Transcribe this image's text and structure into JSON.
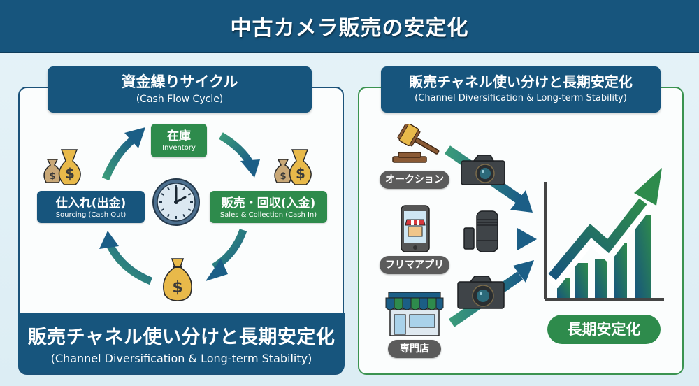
{
  "header": {
    "title": "中古カメラ販売の安定化"
  },
  "cash_flow": {
    "title_jp": "資金繰りサイクル",
    "title_en": "(Cash Flow Cycle)",
    "nodes": [
      {
        "id": "inventory",
        "jp": "在庫",
        "en": "Inventory"
      },
      {
        "id": "sales",
        "jp": "販売・回収(入金)",
        "en": "Sales & Collection (Cash In)"
      },
      {
        "id": "sourcing",
        "jp": "仕入れ(出金)",
        "en": "Sourcing (Cash Out)"
      }
    ],
    "center_icon": "clock-icon",
    "money_icons": [
      "money-bags-icon",
      "money-bags-icon",
      "money-bag-icon"
    ],
    "footer_jp": "販売チャネル使い分けと長期安定化",
    "footer_en": "(Channel Diversification & Long-term Stability)"
  },
  "channels": {
    "title_jp": "販売チャネル使い分けと長期安定化",
    "title_en": "(Channel Diversification & Long-term Stability)",
    "items": [
      {
        "label": "オークション",
        "icon": "gavel-icon",
        "product_icon": "camera-icon"
      },
      {
        "label": "フリマアプリ",
        "icon": "smartphone-shop-icon",
        "product_icon": "lens-icon"
      },
      {
        "label": "専門店",
        "icon": "storefront-icon",
        "product_icon": "camera-icon"
      }
    ],
    "result_icon": "growth-chart-icon",
    "result_label": "長期安定化"
  },
  "colors": {
    "navy": "#17557d",
    "green": "#2e8b4c",
    "teal": "#3a9a7a",
    "gold": "#e8b94a",
    "pill_gray": "#5b5b5b"
  }
}
